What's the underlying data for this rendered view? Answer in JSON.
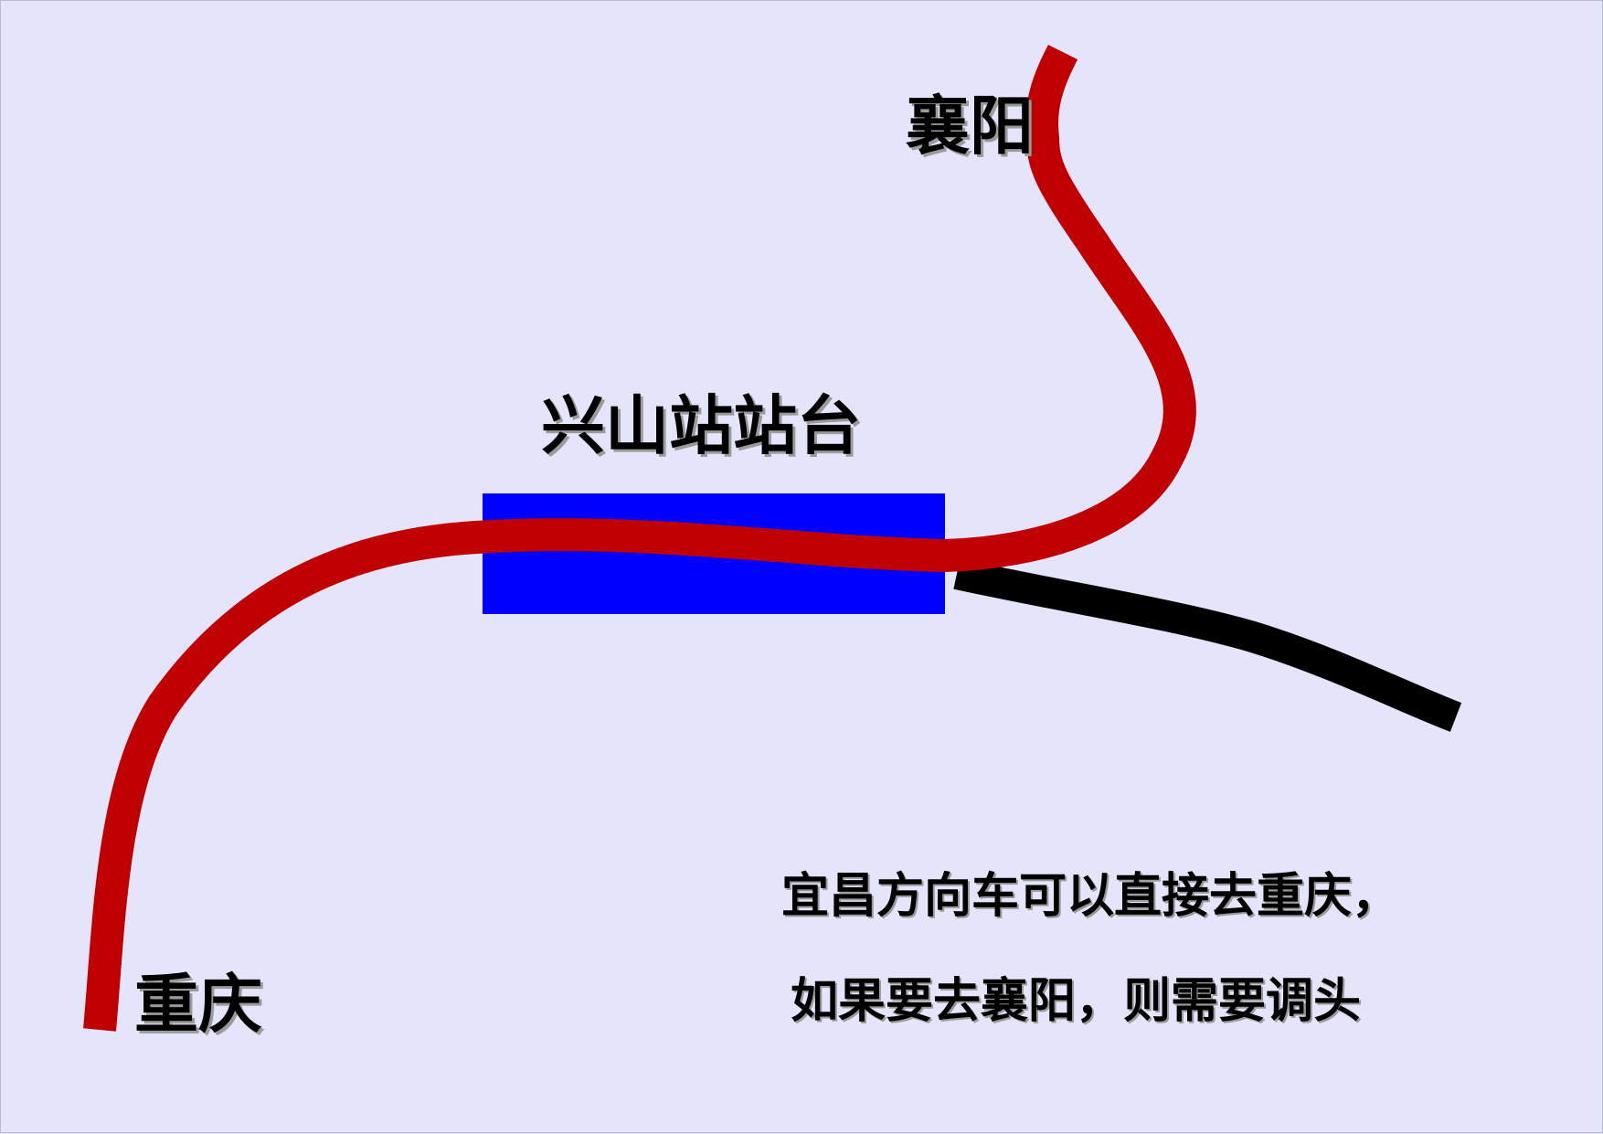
{
  "diagram": {
    "station_label": "兴山站站台",
    "city_top": "襄阳",
    "city_bottom": "重庆",
    "note": {
      "line1": "宜昌方向车可以直接去重庆，",
      "line2": "如果要去襄阳，则需要调头"
    }
  },
  "colors": {
    "background": "#e4e4fa",
    "platform": "#0000ff",
    "main_track": "#c00000",
    "branch_track": "#000000",
    "text": "#000000"
  }
}
